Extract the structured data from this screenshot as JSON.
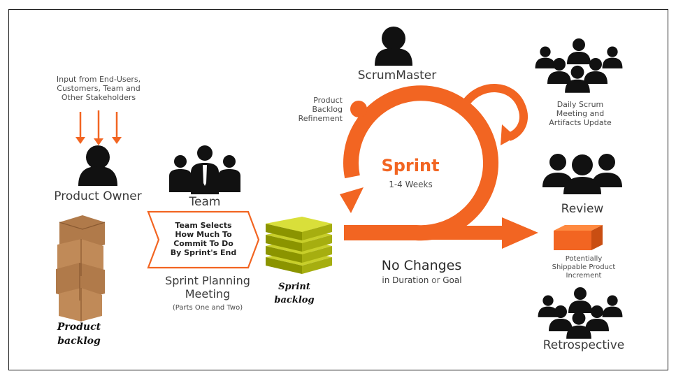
{
  "input": {
    "line1": "Input from End-Users,",
    "line2": "Customers, Team and",
    "line3": "Other Stakeholders"
  },
  "product_owner": {
    "label": "Product Owner"
  },
  "product_backlog": {
    "line1": "Product",
    "line2": "backlog"
  },
  "team": {
    "label": "Team"
  },
  "team_selects": {
    "line1": "Team Selects",
    "line2": "How Much To",
    "line3": "Commit To Do",
    "line4": "By Sprint's End"
  },
  "planning": {
    "line1": "Sprint Planning",
    "line2": "Meeting",
    "line3": "(Parts One and Two)"
  },
  "sprint_backlog": {
    "line1": "Sprint",
    "line2": "backlog"
  },
  "refinement": {
    "line1": "Product",
    "line2": "Backlog",
    "line3": "Refinement"
  },
  "scrummaster": {
    "label": "ScrumMaster"
  },
  "sprint": {
    "title": "Sprint",
    "duration": "1-4 Weeks"
  },
  "no_changes": {
    "title": "No Changes",
    "sub_pre": "in Duration",
    "sub_or": "or",
    "sub_post": "Goal"
  },
  "daily": {
    "line1": "Daily Scrum",
    "line2": "Meeting and",
    "line3": "Artifacts Update"
  },
  "review": {
    "label": "Review"
  },
  "increment": {
    "line1": "Potentially",
    "line2": "Shippable Product",
    "line3": "Increment"
  },
  "retrospective": {
    "label": "Retrospective"
  },
  "colors": {
    "orange": "#f26522",
    "olive": "#a8b400",
    "box": "#b07a4a",
    "people": "#111111"
  }
}
